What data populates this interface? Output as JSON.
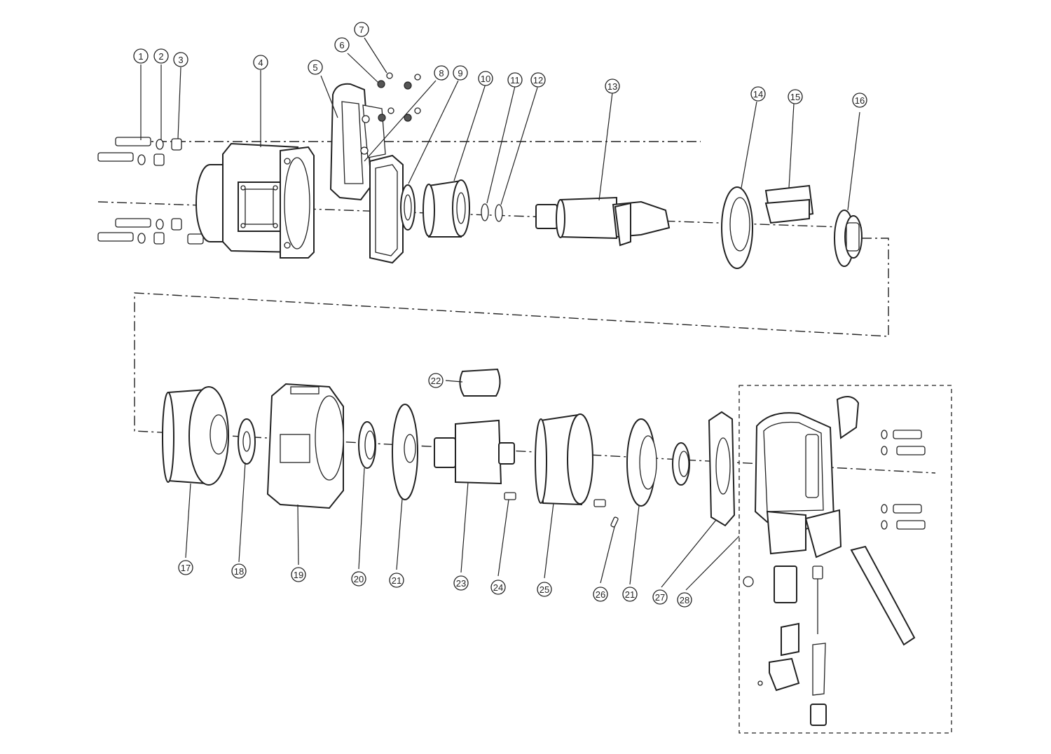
{
  "diagram": {
    "type": "exploded parts diagram",
    "background": "#ffffff",
    "line_color": "#222222",
    "callouts": [
      "1",
      "2",
      "3",
      "4",
      "5",
      "6",
      "7",
      "8",
      "9",
      "10",
      "11",
      "12",
      "13",
      "14",
      "15",
      "16",
      "17",
      "18",
      "19",
      "20",
      "21",
      "22",
      "23",
      "24",
      "25",
      "26",
      "21",
      "27",
      "28"
    ]
  }
}
